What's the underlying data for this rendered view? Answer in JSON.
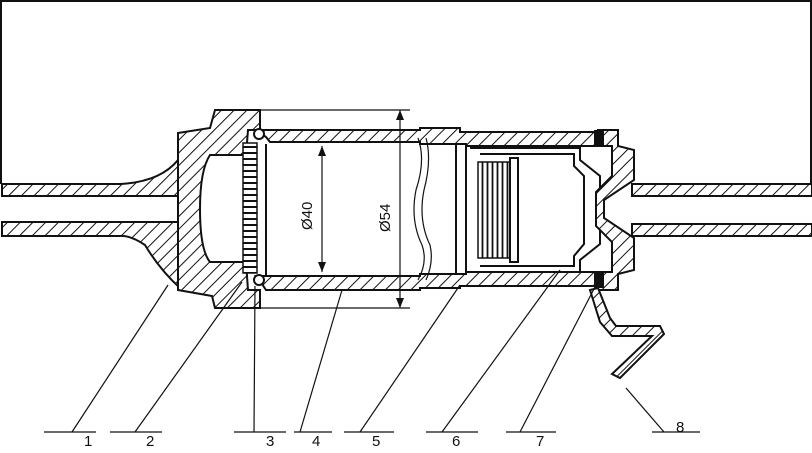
{
  "diagram": {
    "dimensions": {
      "inner_diameter": "Ø40",
      "outer_diameter": "Ø54"
    },
    "callouts": [
      "1",
      "2",
      "3",
      "4",
      "5",
      "6",
      "7",
      "8"
    ]
  }
}
